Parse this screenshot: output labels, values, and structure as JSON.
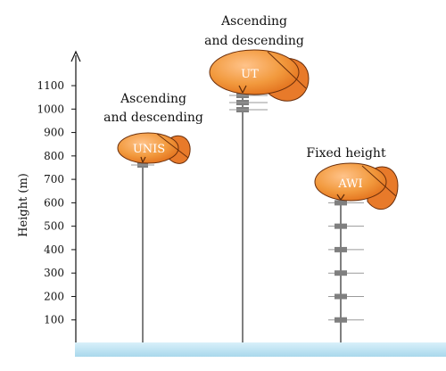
{
  "axis": {
    "title": "Height (m)",
    "ticks": [
      "100",
      "200",
      "300",
      "400",
      "500",
      "600",
      "700",
      "800",
      "900",
      "1000",
      "1100"
    ]
  },
  "balloons": [
    {
      "id": "unis",
      "label": "UNIS",
      "caption_line1": "Ascending",
      "caption_line2": "and descending",
      "altitude_m": 760,
      "mode": "ascending-descending"
    },
    {
      "id": "ut",
      "label": "UT",
      "caption_line1": "Ascending",
      "caption_line2": "and descending",
      "altitude_m": 1060,
      "mode": "ascending-descending"
    },
    {
      "id": "awi",
      "label": "AWI",
      "caption_line1": "Fixed height",
      "altitude_m": 600,
      "mode": "fixed-height",
      "sensor_heights_m": [
        600,
        500,
        400,
        300,
        200,
        100
      ]
    }
  ],
  "colors": {
    "balloon": "#f29a3e",
    "balloon_shade": "#e06a17",
    "outline": "#6a2e0b",
    "sensor": "#7f7f7f",
    "ground": "#bfe3f2"
  }
}
